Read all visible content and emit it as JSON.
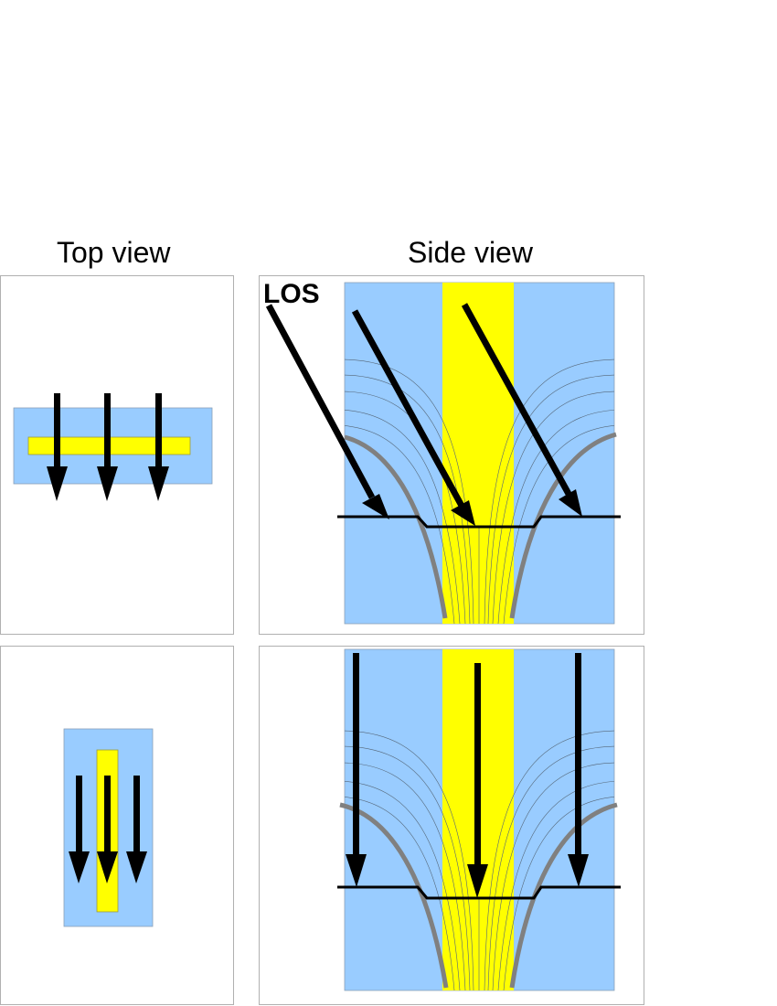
{
  "headings": {
    "top_view": "Top view",
    "side_view": "Side view"
  },
  "labels": {
    "los": "LOS"
  },
  "colors": {
    "background": "#ffffff",
    "panel_border": "#b0b0b0",
    "blue": "#99ccff",
    "yellow": "#ffff00",
    "arrow": "#000000",
    "thick_curve": "#808080",
    "field_line": "#556677"
  }
}
